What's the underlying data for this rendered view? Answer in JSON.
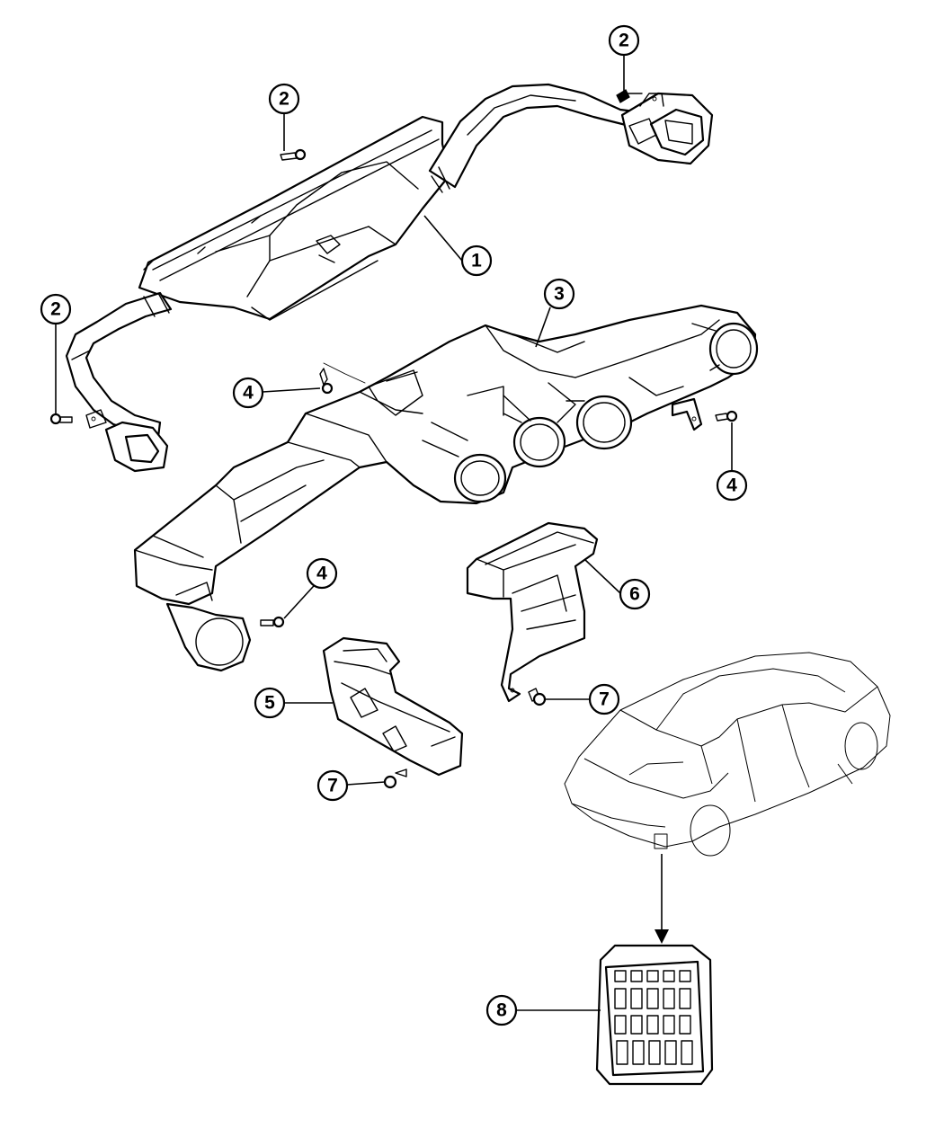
{
  "callouts": {
    "c1": "1",
    "c2_top_right": "2",
    "c2_top_center": "2",
    "c2_left": "2",
    "c3": "3",
    "c4_center": "4",
    "c4_right": "4",
    "c4_left": "4",
    "c5": "5",
    "c6": "6",
    "c7_right": "7",
    "c7_bottom": "7",
    "c8": "8"
  }
}
